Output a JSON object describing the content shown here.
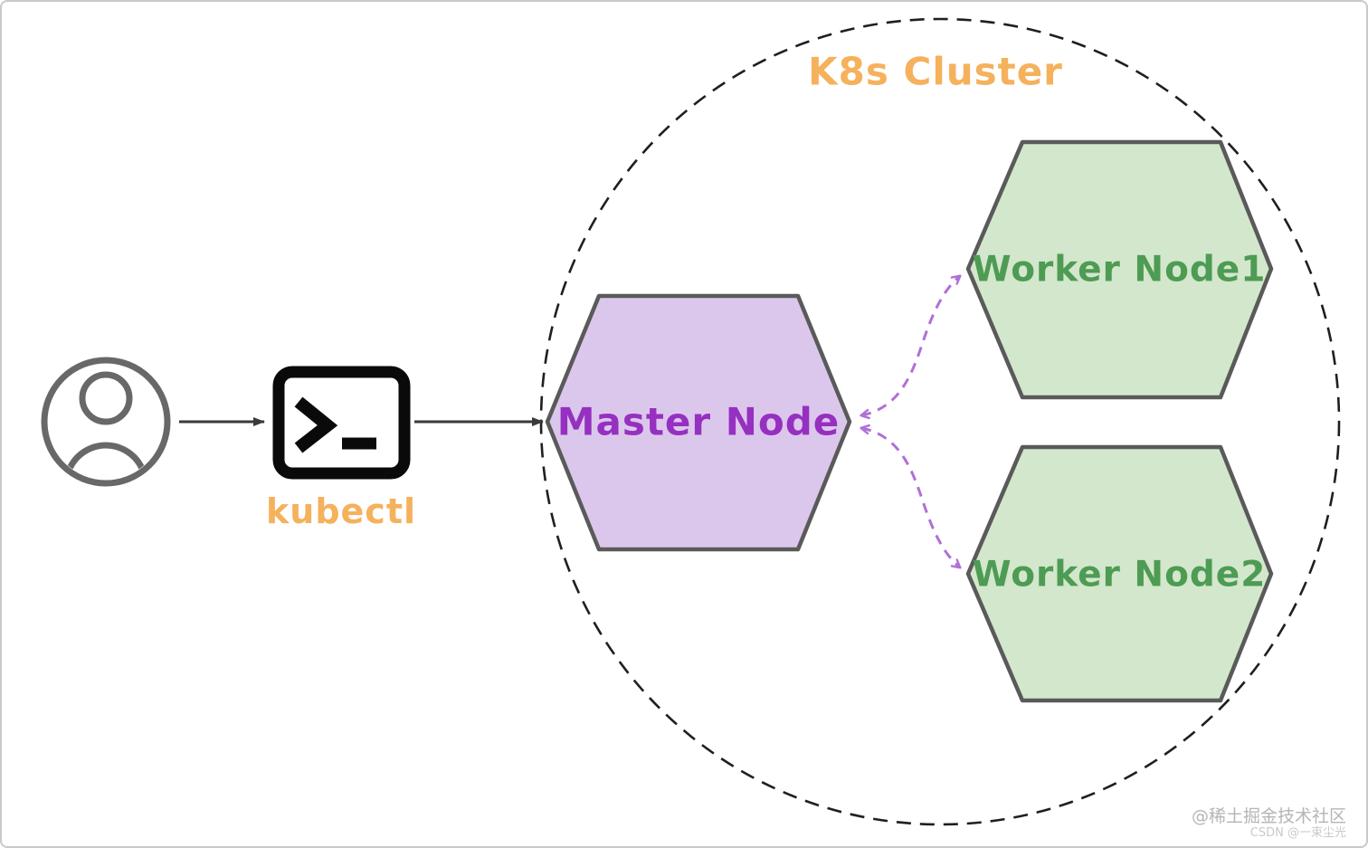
{
  "cluster": {
    "title": "K8s Cluster"
  },
  "client": {
    "kubectl_label": "kubectl"
  },
  "nodes": {
    "master": {
      "label": "Master Node",
      "fill": "#dcc7ec"
    },
    "worker1": {
      "label": "Worker Node1",
      "fill": "#d3e7cc"
    },
    "worker2": {
      "label": "Worker Node2",
      "fill": "#d3e7cc"
    }
  },
  "colors": {
    "title_orange": "#f5b15c",
    "master_text_purple": "#9630c0",
    "worker_text_green": "#4e9b54",
    "hexagon_border_gray": "#5a5a5a",
    "dashed_arrow_purple": "#b070d5",
    "solid_arrow_dark": "#3a3a3a",
    "cluster_dash_black": "#1f1f1f",
    "user_icon_gray": "#686868",
    "terminal_icon_black": "#0a0a0a"
  },
  "watermark": {
    "line1": "@稀土掘金技术社区",
    "line2": "CSDN @一束尘光"
  }
}
